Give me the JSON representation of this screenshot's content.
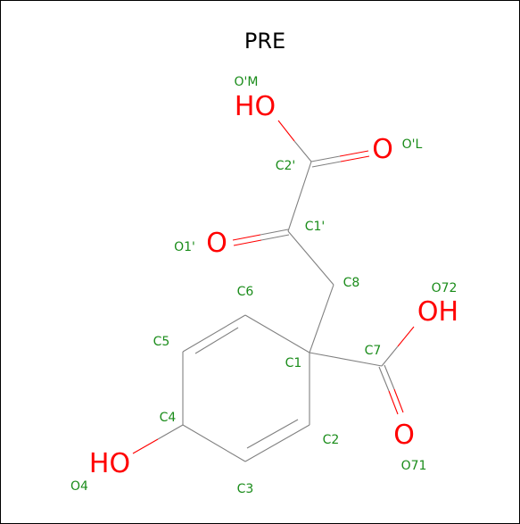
{
  "title": "PRE",
  "colors": {
    "bond": "#808080",
    "oxygen": "#ff0000",
    "label": "#1a8c1a",
    "title": "#000000"
  },
  "heteroatoms": {
    "o_m_group": "HO",
    "o_l": "O",
    "o_1p": "O",
    "o_72_group": "OH",
    "o_71": "O",
    "o_4_group": "HO"
  },
  "atom_labels": {
    "om": "O'M",
    "ol": "O'L",
    "c2p": "C2'",
    "c1p": "C1'",
    "o1p": "O1'",
    "c8": "C8",
    "c6": "C6",
    "o72": "O72",
    "c5": "C5",
    "c7": "C7",
    "c1": "C1",
    "c4": "C4",
    "c2": "C2",
    "o71": "O71",
    "o4": "O4",
    "c3": "C3"
  }
}
